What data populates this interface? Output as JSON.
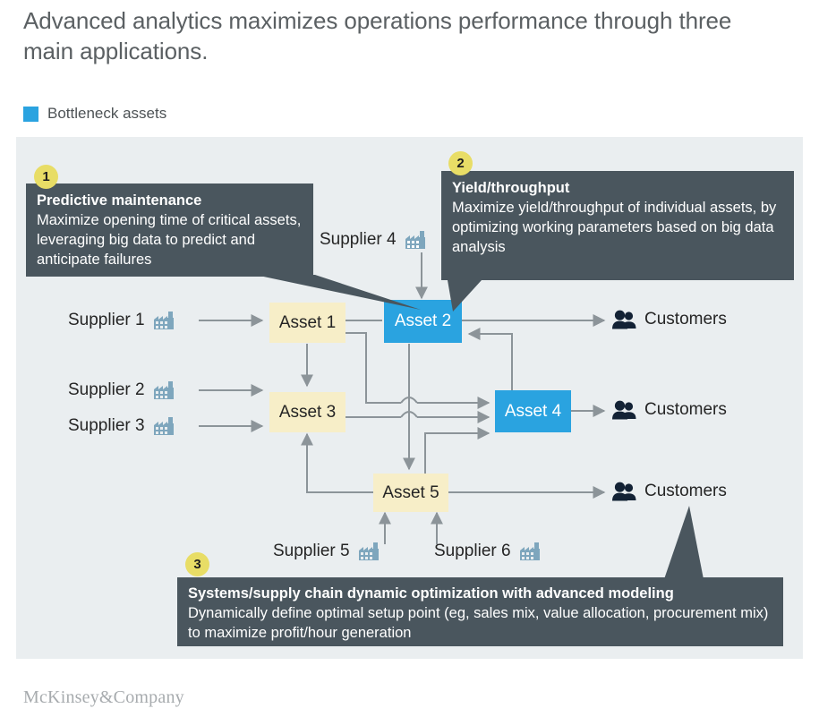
{
  "title": "Advanced analytics maximizes operations performance through three main applications.",
  "legend": {
    "swatch_color": "#2aa3e0",
    "label": "Bottleneck assets"
  },
  "footer": {
    "brand": "McKinsey&Company"
  },
  "colors": {
    "panel_bg": "#eaeef0",
    "callout_bg": "#4a565e",
    "badge_bg": "#e8dd66",
    "node_cream": "#f7eec8",
    "node_blue": "#2aa3e0",
    "connector": "#8c9499",
    "title_text": "#5b6063",
    "factory_icon": "#7ea6bd",
    "customer_icon": "#132235"
  },
  "callouts": [
    {
      "number": "1",
      "title": "Predictive maintenance",
      "body": "Maximize opening time of critical assets, leveraging big data to predict and anticipate failures"
    },
    {
      "number": "2",
      "title": "Yield/throughput",
      "body": "Maximize yield/throughput of individual assets, by optimizing working parameters based on big data analysis"
    },
    {
      "number": "3",
      "title": "Systems/supply chain dynamic optimization with advanced modeling",
      "body": "Dynamically define optimal setup point (eg, sales mix, value allocation, procurement mix) to maximize profit/hour generation"
    }
  ],
  "nodes": [
    {
      "id": "asset1",
      "label": "Asset 1",
      "type": "normal"
    },
    {
      "id": "asset2",
      "label": "Asset 2",
      "type": "bottleneck"
    },
    {
      "id": "asset3",
      "label": "Asset 3",
      "type": "normal"
    },
    {
      "id": "asset4",
      "label": "Asset 4",
      "type": "bottleneck"
    },
    {
      "id": "asset5",
      "label": "Asset 5",
      "type": "normal"
    }
  ],
  "suppliers": [
    {
      "id": "supplier1",
      "label": "Supplier 1"
    },
    {
      "id": "supplier2",
      "label": "Supplier 2"
    },
    {
      "id": "supplier3",
      "label": "Supplier 3"
    },
    {
      "id": "supplier4",
      "label": "Supplier 4"
    },
    {
      "id": "supplier5",
      "label": "Supplier 5"
    },
    {
      "id": "supplier6",
      "label": "Supplier 6"
    }
  ],
  "customers": [
    {
      "id": "customers1",
      "label": "Customers"
    },
    {
      "id": "customers2",
      "label": "Customers"
    },
    {
      "id": "customers3",
      "label": "Customers"
    }
  ]
}
